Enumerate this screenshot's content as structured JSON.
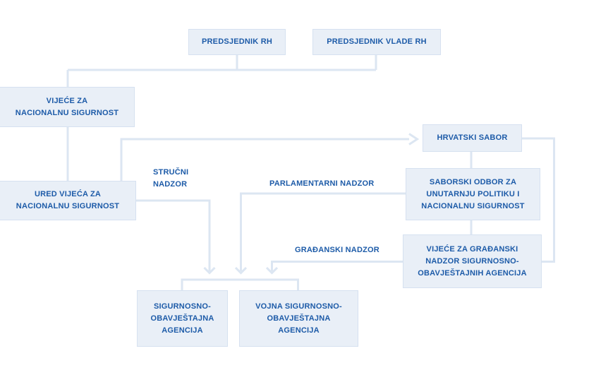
{
  "colors": {
    "background": "#ffffff",
    "box_fill": "#e9eff7",
    "box_border": "#d6e1f0",
    "text": "#1d5ba8",
    "connector_line": "#dce6f2"
  },
  "nodes": {
    "predsjednik_rh": {
      "label": "PREDSJEDNIK RH"
    },
    "predsjednik_vlade_rh": {
      "label": "PREDSJEDNIK VLADE RH"
    },
    "vijece_za_nacionalnu_sigurnost": {
      "lines": [
        "VIJEĆE ZA",
        "NACIONALNU SIGURNOST"
      ]
    },
    "hrvatski_sabor": {
      "label": "HRVATSKI SABOR"
    },
    "ured_vijeca": {
      "lines": [
        "URED VIJEĆA ZA",
        "NACIONALNU SIGURNOST"
      ]
    },
    "saborski_odbor": {
      "lines": [
        "SABORSKI ODBOR ZA",
        "UNUTARNJU POLITIKU I",
        "NACIONALNU SIGURNOST"
      ]
    },
    "vijece_gradjanski_nadzor": {
      "lines": [
        "VIJEĆE ZA GRAĐANSKI",
        "NADZOR SIGURNOSNO-",
        "OBAVJEŠTAJNIH AGENCIJA"
      ]
    },
    "soa": {
      "lines": [
        "SIGURNOSNO-",
        "OBAVJEŠTAJNA",
        "AGENCIJA"
      ]
    },
    "vsoa": {
      "lines": [
        "VOJNA SIGURNOSNO-",
        "OBAVJEŠTAJNA",
        "AGENCIJA"
      ]
    }
  },
  "oversight_labels": {
    "strucni": {
      "lines": [
        "STRUČNI",
        "NADZOR"
      ]
    },
    "parlamentarni": "PARLAMENTARNI NADZOR",
    "gradjanski": "GRAĐANSKI NADZOR"
  },
  "edges": [
    {
      "from": "predsjednik_rh",
      "to": "vijece_za_nacionalnu_sigurnost"
    },
    {
      "from": "predsjednik_vlade_rh",
      "to": "vijece_za_nacionalnu_sigurnost"
    },
    {
      "from": "vijece_za_nacionalnu_sigurnost",
      "to": "ured_vijeca"
    },
    {
      "from": "ured_vijeca",
      "to": "hrvatski_sabor",
      "arrow": "right"
    },
    {
      "from": "hrvatski_sabor",
      "to": "saborski_odbor"
    },
    {
      "from": "saborski_odbor",
      "to": "vijece_gradjanski_nadzor"
    },
    {
      "from": "hrvatski_sabor",
      "to": "vijece_gradjanski_nadzor"
    },
    {
      "from": "ured_vijeca",
      "to": "agencies",
      "via": "strucni nadzor",
      "arrow": "down"
    },
    {
      "from": "saborski_odbor",
      "to": "agencies",
      "via": "parlamentarni nadzor",
      "arrow": "down"
    },
    {
      "from": "vijece_gradjanski_nadzor",
      "to": "agencies",
      "via": "gradjanski nadzor",
      "arrow": "down"
    },
    {
      "from": "agencies_bracket",
      "to": "soa"
    },
    {
      "from": "agencies_bracket",
      "to": "vsoa"
    }
  ]
}
